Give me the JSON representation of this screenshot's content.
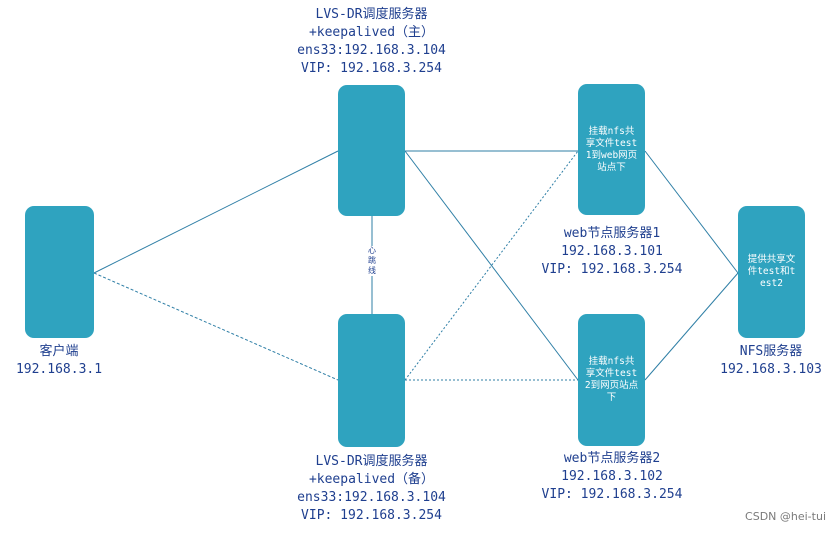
{
  "nodes": {
    "client": {
      "label": "客户端",
      "ip": "192.168.3.1"
    },
    "lvs_master": {
      "line1": "LVS-DR调度服务器",
      "line2": "+keepalived（主）",
      "line3": "ens33:192.168.3.104",
      "line4": "VIP: 192.168.3.254"
    },
    "lvs_backup": {
      "line1": "LVS-DR调度服务器",
      "line2": "+keepalived（备）",
      "line3": "ens33:192.168.3.104",
      "line4": "VIP: 192.168.3.254"
    },
    "web1": {
      "box_text": "挂载nfs共享文件test1到web网页站点下",
      "line1": "web节点服务器1",
      "line2": "192.168.3.101",
      "line3": "VIP: 192.168.3.254"
    },
    "web2": {
      "box_text": "挂载nfs共享文件test2到网页站点下",
      "line1": "web节点服务器2",
      "line2": "192.168.3.102",
      "line3": "VIP: 192.168.3.254"
    },
    "nfs": {
      "box_text": "提供共享文件test和test2",
      "line1": "NFS服务器",
      "line2": "192.168.3.103"
    }
  },
  "heartbeat": {
    "c1": "心",
    "c2": "跳",
    "c3": "线"
  },
  "watermark": "CSDN @hei-tui",
  "colors": {
    "node_fill": "#2fa3bf",
    "line": "#2f7fa6",
    "text": "#1f3f8f"
  }
}
